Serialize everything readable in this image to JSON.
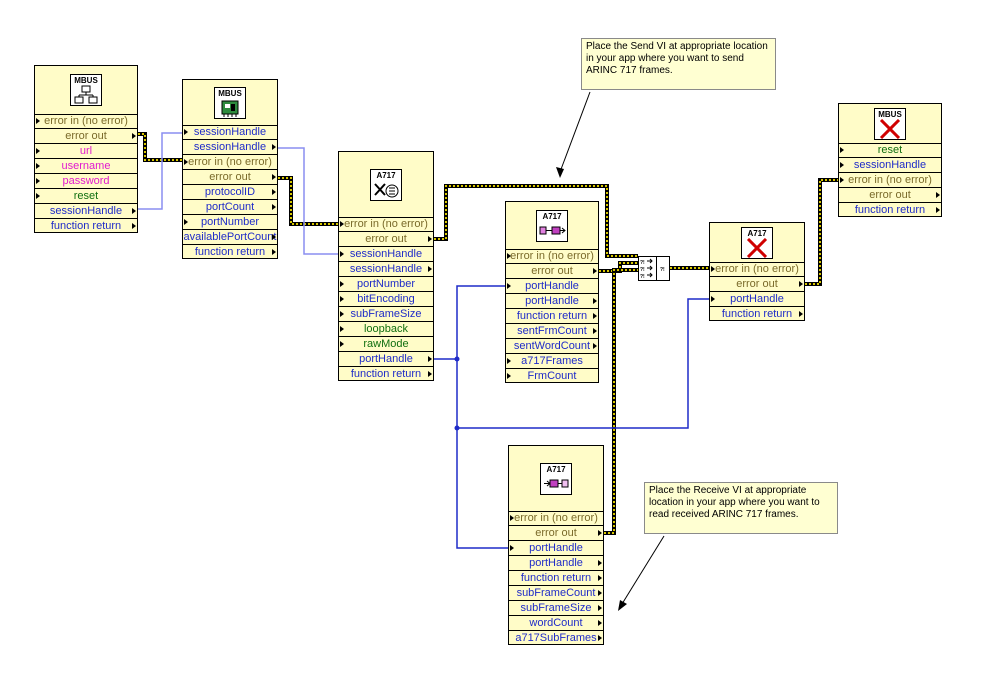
{
  "vis": [
    {
      "name": "mbus-open-vi",
      "icon_label": "MBUS",
      "icon": "network-icon",
      "terminals": [
        {
          "label": "error in (no error)",
          "color": "err",
          "dir": "in"
        },
        {
          "label": "error out",
          "color": "err",
          "dir": "out"
        },
        {
          "label": "url",
          "color": "pink",
          "dir": "in"
        },
        {
          "label": "username",
          "color": "pink",
          "dir": "in"
        },
        {
          "label": "password",
          "color": "pink",
          "dir": "in"
        },
        {
          "label": "reset",
          "color": "green",
          "dir": "in"
        },
        {
          "label": "sessionHandle",
          "color": "blue",
          "dir": "out"
        },
        {
          "label": "function return",
          "color": "blue",
          "dir": "out"
        }
      ]
    },
    {
      "name": "mbus-get-info-vi",
      "icon_label": "MBUS",
      "icon": "board-icon",
      "terminals": [
        {
          "label": "sessionHandle",
          "color": "blue",
          "dir": "in"
        },
        {
          "label": "sessionHandle",
          "color": "blue",
          "dir": "out"
        },
        {
          "label": "error in (no error)",
          "color": "err",
          "dir": "in"
        },
        {
          "label": "error out",
          "color": "err",
          "dir": "out"
        },
        {
          "label": "protocolID",
          "color": "blue",
          "dir": "out"
        },
        {
          "label": "portCount",
          "color": "blue",
          "dir": "out"
        },
        {
          "label": "portNumber",
          "color": "blue",
          "dir": "in"
        },
        {
          "label": "availablePortCount",
          "color": "blue",
          "dir": "out"
        },
        {
          "label": "function return",
          "color": "blue",
          "dir": "out"
        }
      ]
    },
    {
      "name": "a717-config-vi",
      "icon_label": "A717",
      "icon": "config-icon",
      "terminals": [
        {
          "label": "error in (no error)",
          "color": "err",
          "dir": "in"
        },
        {
          "label": "error out",
          "color": "err",
          "dir": "out"
        },
        {
          "label": "sessionHandle",
          "color": "blue",
          "dir": "in"
        },
        {
          "label": "sessionHandle",
          "color": "blue",
          "dir": "out"
        },
        {
          "label": "portNumber",
          "color": "blue",
          "dir": "in"
        },
        {
          "label": "bitEncoding",
          "color": "blue",
          "dir": "in"
        },
        {
          "label": "subFrameSize",
          "color": "blue",
          "dir": "in"
        },
        {
          "label": "loopback",
          "color": "green",
          "dir": "in"
        },
        {
          "label": "rawMode",
          "color": "green",
          "dir": "in"
        },
        {
          "label": "portHandle",
          "color": "blue",
          "dir": "out"
        },
        {
          "label": "function return",
          "color": "blue",
          "dir": "out"
        }
      ]
    },
    {
      "name": "a717-send-vi",
      "icon_label": "A717",
      "icon": "send-icon",
      "terminals": [
        {
          "label": "error in (no error)",
          "color": "err",
          "dir": "in"
        },
        {
          "label": "error out",
          "color": "err",
          "dir": "out"
        },
        {
          "label": "portHandle",
          "color": "blue",
          "dir": "in"
        },
        {
          "label": "portHandle",
          "color": "blue",
          "dir": "out"
        },
        {
          "label": "function return",
          "color": "blue",
          "dir": "out"
        },
        {
          "label": "sentFrmCount",
          "color": "blue",
          "dir": "out"
        },
        {
          "label": "sentWordCount",
          "color": "blue",
          "dir": "out"
        },
        {
          "label": "a717Frames",
          "color": "blue",
          "dir": "in"
        },
        {
          "label": "FrmCount",
          "color": "blue",
          "dir": "in"
        }
      ]
    },
    {
      "name": "a717-receive-vi",
      "icon_label": "A717",
      "icon": "receive-icon",
      "terminals": [
        {
          "label": "error in (no error)",
          "color": "err",
          "dir": "in"
        },
        {
          "label": "error out",
          "color": "err",
          "dir": "out"
        },
        {
          "label": "portHandle",
          "color": "blue",
          "dir": "in"
        },
        {
          "label": "portHandle",
          "color": "blue",
          "dir": "out"
        },
        {
          "label": "function return",
          "color": "blue",
          "dir": "out"
        },
        {
          "label": "subFrameCount",
          "color": "blue",
          "dir": "out"
        },
        {
          "label": "subFrameSize",
          "color": "blue",
          "dir": "out"
        },
        {
          "label": "wordCount",
          "color": "blue",
          "dir": "out"
        },
        {
          "label": "a717SubFrames",
          "color": "blue",
          "dir": "out"
        }
      ]
    },
    {
      "name": "a717-close-vi",
      "icon_label": "A717",
      "icon": "close-icon",
      "terminals": [
        {
          "label": "error in (no error)",
          "color": "err",
          "dir": "in"
        },
        {
          "label": "error out",
          "color": "err",
          "dir": "out"
        },
        {
          "label": "portHandle",
          "color": "blue",
          "dir": "in"
        },
        {
          "label": "function return",
          "color": "blue",
          "dir": "out"
        }
      ]
    },
    {
      "name": "mbus-close-vi",
      "icon_label": "MBUS",
      "icon": "close-icon",
      "terminals": [
        {
          "label": "reset",
          "color": "green",
          "dir": "in"
        },
        {
          "label": "sessionHandle",
          "color": "blue",
          "dir": "in"
        },
        {
          "label": "error in (no error)",
          "color": "err",
          "dir": "in"
        },
        {
          "label": "error out",
          "color": "err",
          "dir": "out"
        },
        {
          "label": "function return",
          "color": "blue",
          "dir": "out"
        }
      ]
    }
  ],
  "notes": {
    "send": "Place the Send VI at appropriate location in your app where you want to send ARINC 717 frames.",
    "receive": "Place the Receive VI at appropriate location in your app where you want to read received ARINC 717 frames."
  },
  "colors": {
    "block_bg": "#fffcc8",
    "error_text": "#7a6a2a",
    "handle_text": "#1f2bc8",
    "string_text": "#e11ad0",
    "boolean_text": "#106f10",
    "error_wire": "#d8c800",
    "handle_wire": "#1f2bc8"
  }
}
